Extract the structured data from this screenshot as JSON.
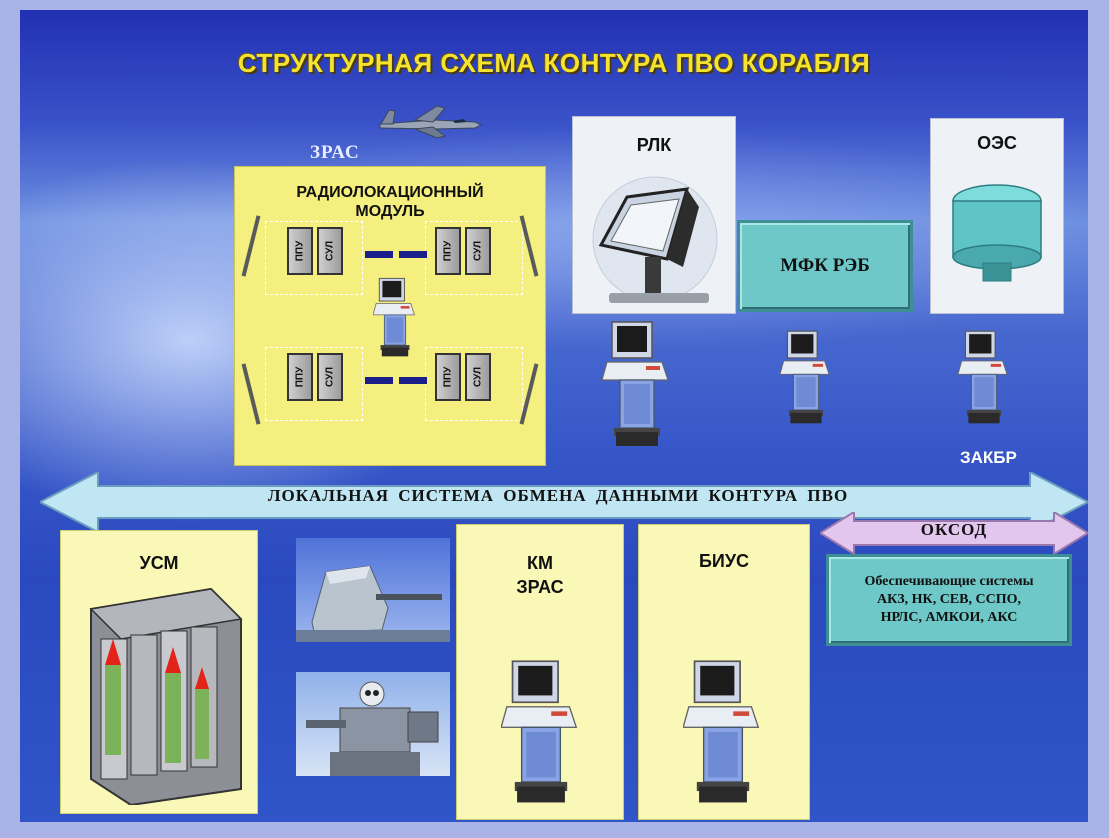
{
  "title": "СТРУКТУРНАЯ СХЕМА КОНТУРА ПВО КОРАБЛЯ",
  "zras": {
    "label": "ЗРАС",
    "module_title": "РАДИОЛОКАЦИОННЫЙ МОДУЛЬ",
    "unit_a": "ППУ",
    "unit_b": "СУЛ"
  },
  "rlk": {
    "label": "РЛК"
  },
  "oes": {
    "label": "ОЭС"
  },
  "mfk": {
    "label": "МФК РЭБ"
  },
  "zakbr": {
    "label": "ЗАКБР"
  },
  "bus": {
    "label": "ЛОКАЛЬНАЯ СИСТЕМА ОБМЕНА ДАННЫМИ КОНТУРА ПВО"
  },
  "oksod": {
    "label": "ОКСОД"
  },
  "support": {
    "line1": "Обеспечивающие системы",
    "line2": "АКЗ, НК, СЕВ, ССПО,",
    "line3": "НРЛС, АМКОИ, АКС"
  },
  "usm": {
    "label": "УСМ"
  },
  "km": {
    "line1": "КМ",
    "line2": "ЗРАС"
  },
  "bius": {
    "label": "БИУС"
  },
  "icons": [
    "aircraft-icon",
    "console-icon",
    "radar-antenna-icon",
    "optical-dome-icon",
    "missile-launcher-icon",
    "gun-turret-icon",
    "ciws-icon"
  ],
  "colors": {
    "title": "#f4e430",
    "bus_arrow": "#bfe6f2",
    "oksod_arrow": "#e3c6ee",
    "teal_box": "#6fc8c8",
    "yellow_panel": "#f4ef7e"
  }
}
